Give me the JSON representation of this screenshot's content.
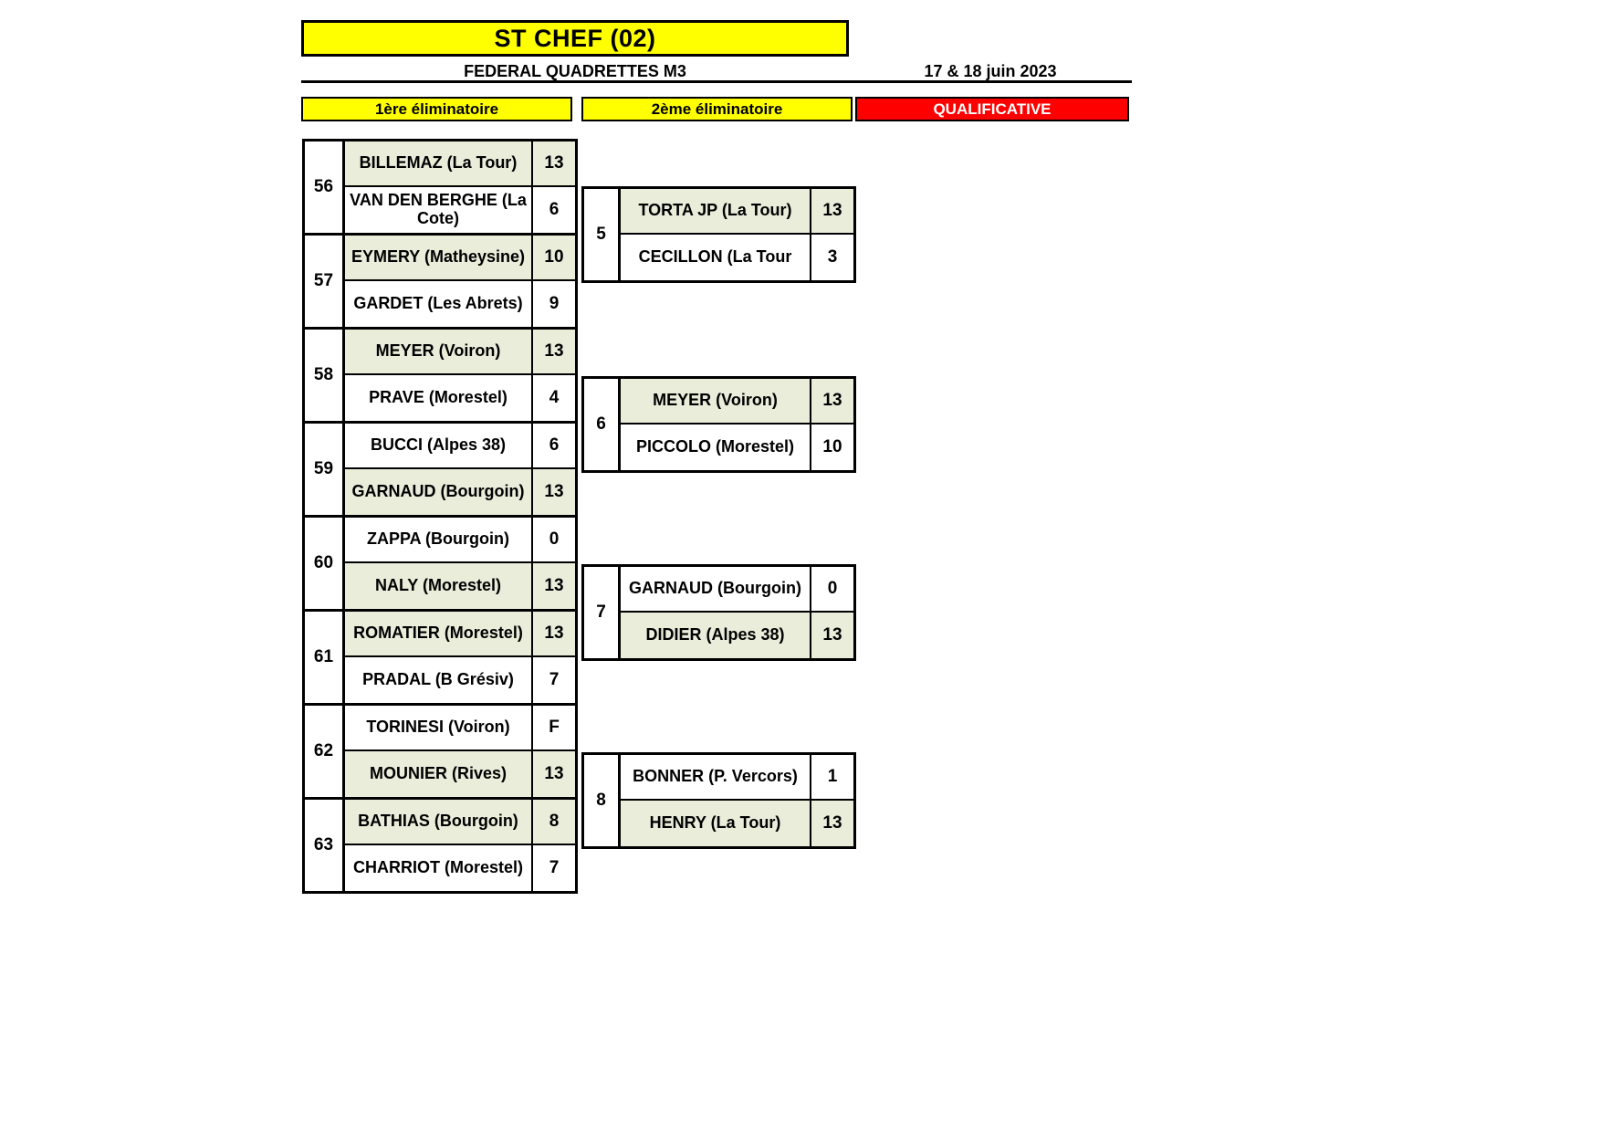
{
  "header": {
    "title": "ST CHEF (02)",
    "subtitle": "FEDERAL QUADRETTES  M3",
    "date": "17 & 18 juin 2023",
    "colors": {
      "banner": "#ffff00",
      "qualificative": "#ff0000",
      "winner_row": "#e9edda"
    }
  },
  "phases": [
    {
      "label": "1ère éliminatoire"
    },
    {
      "label": "2ème éliminatoire"
    },
    {
      "label": "QUALIFICATIVE"
    }
  ],
  "round1": {
    "matches": [
      {
        "number": "56",
        "top": {
          "team": "BILLEMAZ (La Tour)",
          "score": "13",
          "winner": true
        },
        "bottom": {
          "team": "VAN DEN BERGHE (La Cote)",
          "score": "6",
          "winner": false
        }
      },
      {
        "number": "57",
        "top": {
          "team": "EYMERY (Matheysine)",
          "score": "10",
          "winner": true
        },
        "bottom": {
          "team": "GARDET (Les Abrets)",
          "score": "9",
          "winner": false
        }
      },
      {
        "number": "58",
        "top": {
          "team": "MEYER (Voiron)",
          "score": "13",
          "winner": true
        },
        "bottom": {
          "team": "PRAVE (Morestel)",
          "score": "4",
          "winner": false
        }
      },
      {
        "number": "59",
        "top": {
          "team": "BUCCI (Alpes 38)",
          "score": "6",
          "winner": false
        },
        "bottom": {
          "team": "GARNAUD (Bourgoin)",
          "score": "13",
          "winner": true
        }
      },
      {
        "number": "60",
        "top": {
          "team": "ZAPPA (Bourgoin)",
          "score": "0",
          "winner": false
        },
        "bottom": {
          "team": "NALY (Morestel)",
          "score": "13",
          "winner": true
        }
      },
      {
        "number": "61",
        "top": {
          "team": "ROMATIER (Morestel)",
          "score": "13",
          "winner": true
        },
        "bottom": {
          "team": "PRADAL (B Grésiv)",
          "score": "7",
          "winner": false
        }
      },
      {
        "number": "62",
        "top": {
          "team": "TORINESI (Voiron)",
          "score": "F",
          "winner": false
        },
        "bottom": {
          "team": "MOUNIER (Rives)",
          "score": "13",
          "winner": true
        }
      },
      {
        "number": "63",
        "top": {
          "team": "BATHIAS  (Bourgoin)",
          "score": "8",
          "winner": true
        },
        "bottom": {
          "team": "CHARRIOT (Morestel)",
          "score": "7",
          "winner": false
        }
      }
    ]
  },
  "round2": {
    "matches": [
      {
        "number": "5",
        "top": {
          "team": "TORTA JP (La Tour)",
          "score": "13",
          "winner": true
        },
        "bottom": {
          "team": "CECILLON (La Tour",
          "score": "3",
          "winner": false
        }
      },
      {
        "number": "6",
        "top": {
          "team": "MEYER (Voiron)",
          "score": "13",
          "winner": true
        },
        "bottom": {
          "team": "PICCOLO (Morestel)",
          "score": "10",
          "winner": false
        }
      },
      {
        "number": "7",
        "top": {
          "team": "GARNAUD (Bourgoin)",
          "score": "0",
          "winner": false
        },
        "bottom": {
          "team": "DIDIER (Alpes 38)",
          "score": "13",
          "winner": true
        }
      },
      {
        "number": "8",
        "top": {
          "team": "BONNER (P. Vercors)",
          "score": "1",
          "winner": false
        },
        "bottom": {
          "team": "HENRY (La Tour)",
          "score": "13",
          "winner": true
        }
      }
    ]
  }
}
